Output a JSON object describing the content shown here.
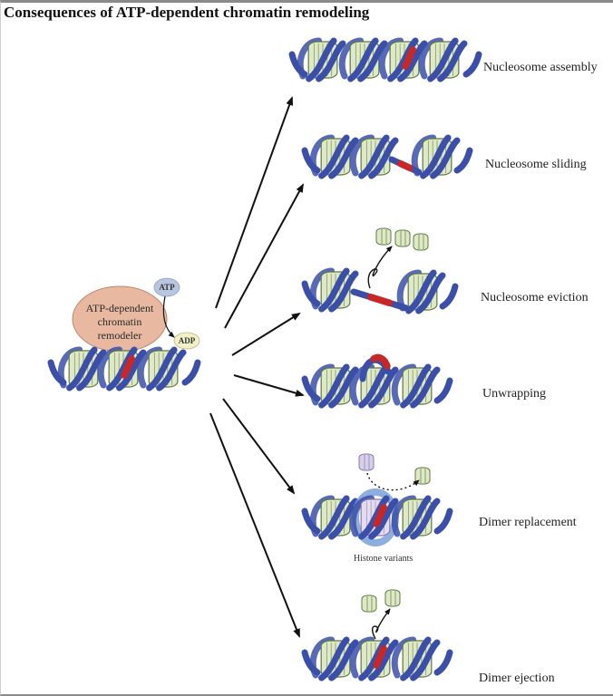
{
  "title": "Consequences of ATP-dependent chromatin remodeling",
  "remodeler": {
    "line1": "ATP-dependent",
    "line2": "chromatin",
    "line3": "remodeler",
    "atp": "ATP",
    "adp": "ADP"
  },
  "outcomes": [
    {
      "label": "Nucleosome assembly"
    },
    {
      "label": "Nucleosome sliding"
    },
    {
      "label": "Nucleosome eviction"
    },
    {
      "label": "Unwrapping"
    },
    {
      "label": "Dimer replacement"
    },
    {
      "label": "Dimer ejection"
    }
  ],
  "histone_variants_label": "Histone variants",
  "colors": {
    "dna": "#3b4fa8",
    "histone_fill": "#dfe9c8",
    "histone_stroke": "#5d7a3c",
    "remodeler": "#e8b9a0",
    "atp": "#b9c6e0",
    "adp": "#f3efc7",
    "highlight": "#c62828",
    "variant": "#7aa0d8"
  }
}
